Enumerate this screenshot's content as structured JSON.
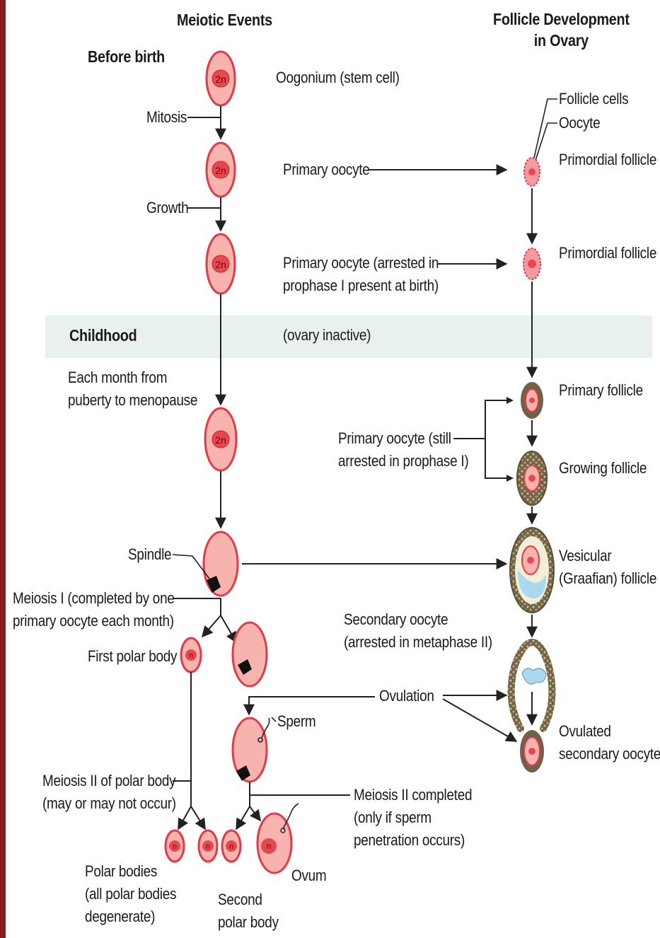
{
  "headers": {
    "meiotic_events": "Meiotic Events",
    "follicle_development": "Follicle Development\nin Ovary"
  },
  "stages": {
    "before_birth": "Before birth",
    "childhood": "Childhood",
    "monthly": "Each month from\npuberty to menopause"
  },
  "processes": {
    "mitosis": "Mitosis",
    "growth": "Growth",
    "spindle": "Spindle",
    "meiosis_1": "Meiosis I (completed by one\nprimary oocyte each month)",
    "meiosis_2_polar": "Meiosis II of polar body\n(may or may not occur)",
    "meiosis_2_completed": "Meiosis II completed\n(only if sperm\npenetration occurs)",
    "ovulation": "Ovulation",
    "sperm": "Sperm"
  },
  "cells": {
    "oogonium": "Oogonium (stem cell)",
    "primary_oocyte": "Primary oocyte",
    "primary_oocyte_arrested": "Primary oocyte (arrested in\nprophase I present at birth)",
    "ovary_inactive": "(ovary inactive)",
    "primary_oocyte_still": "Primary oocyte (still\narrested in prophase I)",
    "secondary_oocyte": "Secondary oocyte\n(arrested in metaphase II)",
    "first_polar_body": "First polar body",
    "polar_bodies": "Polar bodies\n(all polar bodies\ndegenerate)",
    "second_polar_body": "Second\npolar body",
    "ovum": "Ovum"
  },
  "follicles": {
    "follicle_cells": "Follicle cells",
    "oocyte": "Oocyte",
    "primordial_1": "Primordial follicle",
    "primordial_2": "Primordial follicle",
    "primary": "Primary follicle",
    "growing": "Growing follicle",
    "vesicular": "Vesicular\n(Graafian) follicle",
    "ovulated": "Ovulated\nsecondary oocyte"
  },
  "ploidy": {
    "diploid": "2n",
    "haploid": "n"
  },
  "colors": {
    "left_bar": "#8b1a1a",
    "cell_fill": "#f7b3ae",
    "cell_border": "#e23a48",
    "nucleus": "#e8474f",
    "follicle_ring": "#7a6a4a",
    "antrum": "#a9d8ef",
    "band": "#e9f1ee",
    "arrow": "#222222"
  }
}
